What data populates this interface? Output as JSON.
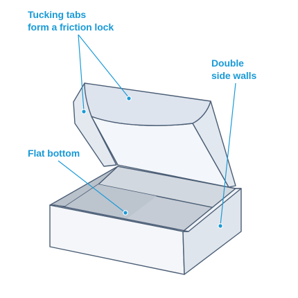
{
  "colors": {
    "accent": "#1a9ad6",
    "outline": "#4a5d75",
    "lid_outer": "#dde4ee",
    "lid_inner": "#f3f6fa",
    "box_interior": "#c5ccd5",
    "box_wall_light": "#f4f6f9",
    "box_wall_shade": "#dfe5ec"
  },
  "callouts": {
    "tucking_tabs": {
      "line1": "Tucking tabs",
      "line2": "form a friction lock"
    },
    "double_side_walls": {
      "line1": "Double",
      "line2": "side walls"
    },
    "flat_bottom": {
      "line1": "Flat bottom"
    }
  },
  "icons": {
    "diagram": "mailer-box-illustration"
  }
}
